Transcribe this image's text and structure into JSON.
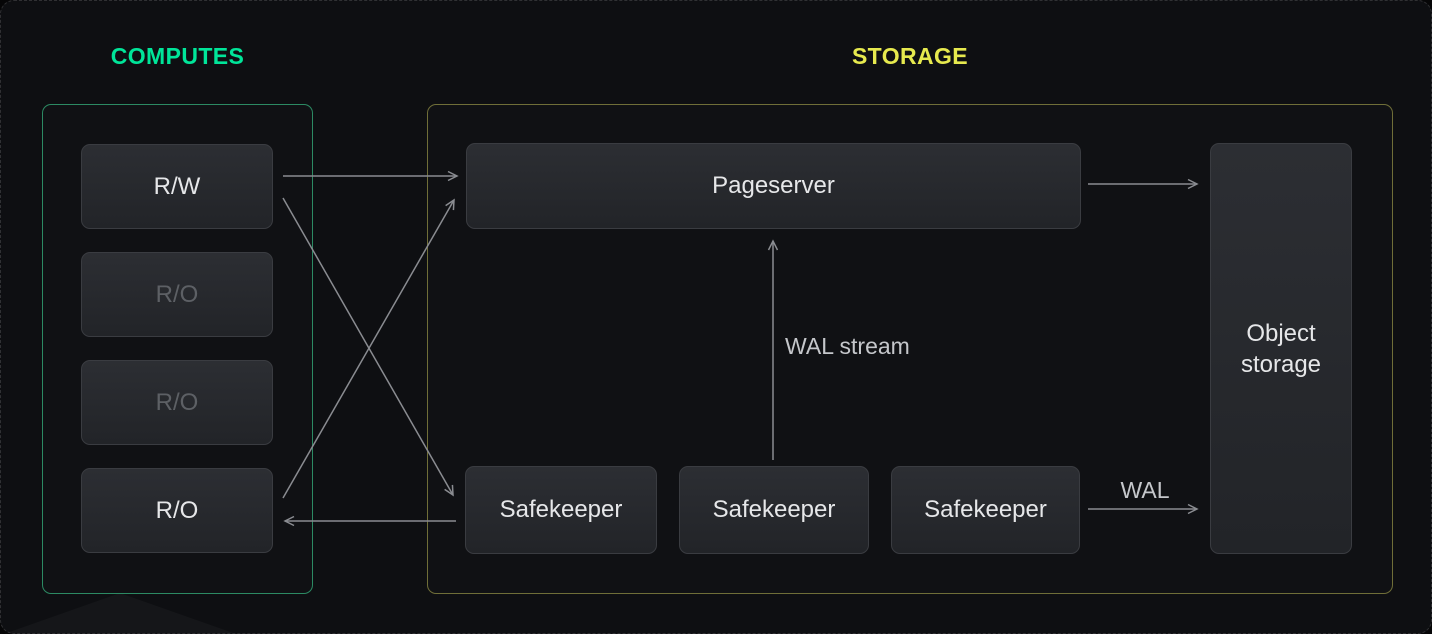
{
  "colors": {
    "computes_accent": "#00e599",
    "computes_border": "#2c8a63",
    "storage_accent": "#e6e94e",
    "storage_border": "#6f6e38",
    "arrow": "#8a8c91"
  },
  "computes": {
    "title": "COMPUTES",
    "nodes": [
      {
        "label": "R/W",
        "dimmed": false
      },
      {
        "label": "R/O",
        "dimmed": true
      },
      {
        "label": "R/O",
        "dimmed": true
      },
      {
        "label": "R/O",
        "dimmed": false
      }
    ]
  },
  "storage": {
    "title": "STORAGE",
    "pageserver_label": "Pageserver",
    "safekeeper_labels": [
      "Safekeeper",
      "Safekeeper",
      "Safekeeper"
    ],
    "object_storage_label": "Object storage"
  },
  "annotations": {
    "wal_stream_label": "WAL stream",
    "wal_label": "WAL"
  }
}
